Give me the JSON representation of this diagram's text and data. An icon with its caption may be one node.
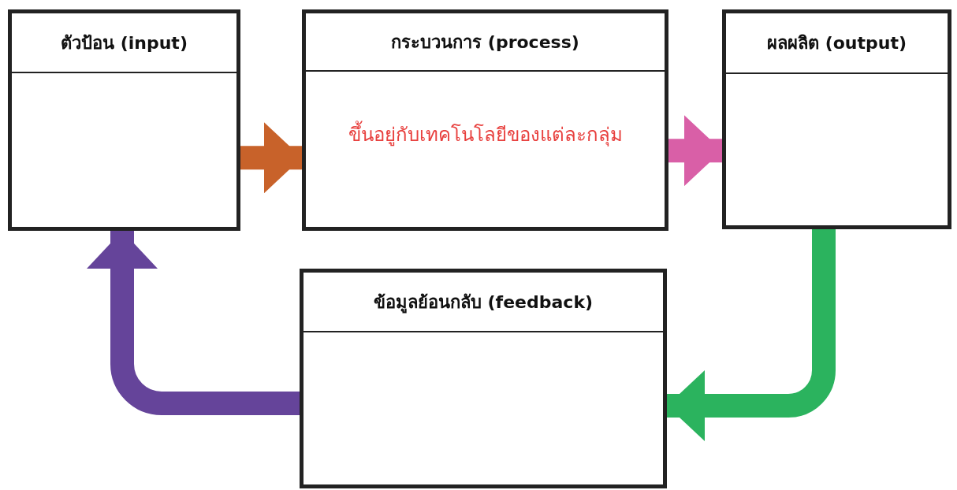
{
  "diagram": {
    "nodes": [
      {
        "text": [
          "ตัวป้อน (input)"
        ]
      },
      {
        "text": [
          "กระบวนการ (process)",
          "ขึ้นอยู่กับเทคโนโลยีของแต่ละกลุ่ม"
        ]
      },
      {
        "text": [
          "ผลผลิต (output)"
        ]
      },
      {
        "text": [
          "ข้อมูลย้อนกลับ (feedback)"
        ]
      }
    ],
    "edges": [
      {
        "from": 0,
        "to": 1,
        "arrow": "to",
        "color": "#c8622a"
      },
      {
        "from": 1,
        "to": 2,
        "arrow": "to",
        "color": "#d95fa7"
      },
      {
        "from": 2,
        "to": 3,
        "arrow": "to",
        "color": "#2bb35e"
      },
      {
        "from": 3,
        "to": 0,
        "arrow": "to",
        "color": "#65449a"
      }
    ]
  }
}
